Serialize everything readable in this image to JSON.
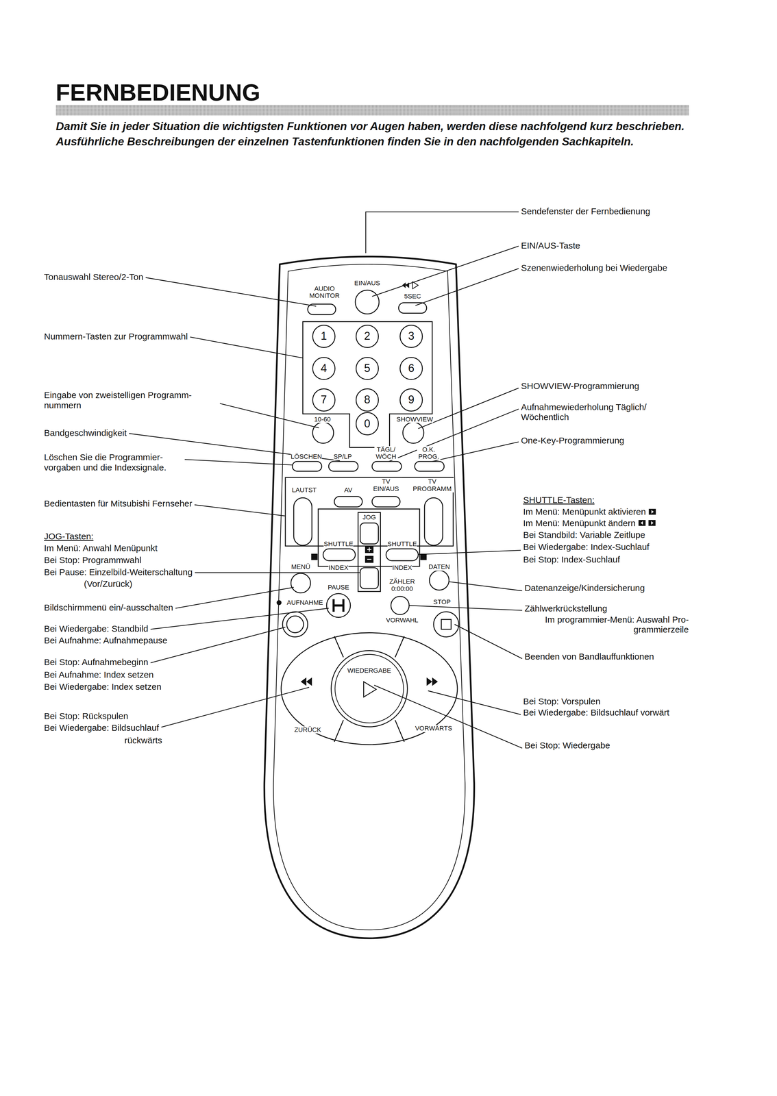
{
  "diagram": {
    "title": "FERNBEDIENUNG",
    "nodes": [
      {
        "text": [
          "1"
        ]
      },
      {
        "text": [
          "2"
        ]
      },
      {
        "text": [
          "3"
        ]
      },
      {
        "text": [
          "4"
        ]
      },
      {
        "text": [
          "5"
        ]
      },
      {
        "text": [
          "6"
        ]
      },
      {
        "text": [
          "7"
        ]
      },
      {
        "text": [
          "8"
        ]
      },
      {
        "text": [
          "9"
        ]
      },
      {
        "text": [
          "0"
        ]
      },
      {
        "text": [
          "WIEDERGABE"
        ]
      }
    ],
    "labels": [
      "Damit Sie in jeder Situation die wichtigsten Funktionen vor Augen haben, werden diese nachfolgend kurz beschrieben. Ausführliche Beschreibungen der einzelnen Tastenfunktionen finden Sie in den nachfolgenden Sachkapiteln.",
      "Sendefenster der Fernbedienung",
      "EIN/AUS-Taste",
      "Szenenwiederholung bei Wiedergabe",
      "Tonauswahl Stereo/2-Ton",
      "AUDIO MONITOR",
      "EIN/AUS",
      "5SEC",
      "Nummern-Tasten zur Programmwahl",
      "SHOWVIEW-Programmierung",
      "Eingabe von zweistelligen Programm- nummern",
      "Aufnahmewiederholung Täglich/ Wöchentlich",
      "10-60",
      "SHOWVIEW",
      "Bandgeschwindigkeit",
      "One-Key-Programmierung",
      "Löschen Sie die Programmier- vorgaben und die Indexsignale.",
      "LÖSCHEN",
      "SP/LP",
      "TÄGL/ WÖCH",
      "O.K. PROG.",
      "LAUTST",
      "AV",
      "TV EIN/AUS",
      "TV PROGRAMM",
      "Bedientasten für Mitsubishi Fernseher",
      "SHUTTLE-Tasten:",
      "Im Menü: Menüpunkt aktivieren",
      "Im Menü: Menüpunkt ändern",
      "JOG",
      "Bei Standbild: Variable Zeitlupe",
      "JOG-Tasten:",
      "Im Menü: Anwahl Menüpunkt",
      "SHUTTLE",
      "SHUTTLE",
      "Bei Wiedergabe: Index-Suchlauf",
      "Bei Stop: Programmwahl",
      "Bei Stop: Index-Suchlauf",
      "MENÜ",
      "INDEX",
      "INDEX",
      "DATEN",
      "Bei Pause: Einzelbild-Weiterschaltung",
      "(Vor/Zurück)",
      "PAUSE",
      "ZÄHLER 0:00:00",
      "Datenanzeige/Kindersicherung",
      "Bildschirmmenü ein/-ausschalten",
      "AUFNAHME",
      "STOP",
      "Zählwerkrückstellung",
      "Im programmier-Menü: Auswahl Pro- grammierzeile",
      "VORWAHL",
      "Bei Wiedergabe: Standbild",
      "Bei Aufnahme: Aufnahmepause",
      "Beenden von Bandlauffunktionen",
      "Bei Stop: Aufnahmebeginn",
      "Bei Aufnahme: Index setzen",
      "Bei Wiedergabe: Index setzen",
      "Bei Stop: Vorspulen",
      "Bei Wiedergabe: Bildsuchlauf vorwärt",
      "Bei Stop: Rückspulen",
      "Bei Wiedergabe: Bildsuchlauf",
      "rückwärts",
      "ZURÜCK",
      "VORWÄRTS",
      "Bei Stop: Wiedergabe"
    ]
  }
}
